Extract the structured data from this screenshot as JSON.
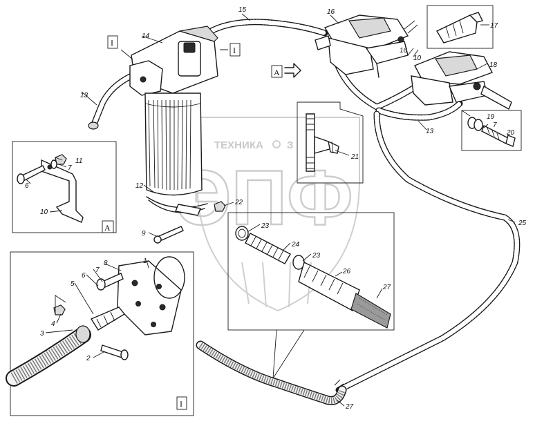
{
  "watermark": {
    "text": "ТЕХНИКА",
    "text2": "З",
    "big_text": "ЭПФ"
  },
  "view_marks": {
    "arrow_a": "A",
    "inset_a": "A",
    "section_left_top": "I",
    "section_right_top": "I",
    "inset_one": "I"
  },
  "part_labels": {
    "p1": "1",
    "p2": "2",
    "p3": "3",
    "p4": "4",
    "p5": "5",
    "p6": "6",
    "p6a": "6",
    "p7": "7",
    "p7a": "7",
    "p7b": "7",
    "p8": "8",
    "p9": "9",
    "p10": "10",
    "p10a": "10",
    "p11": "11",
    "p12": "12",
    "p13": "13",
    "p13a": "13",
    "p14": "14",
    "p15": "15",
    "p16": "16",
    "p16a": "16",
    "p17": "17",
    "p18": "18",
    "p19": "19",
    "p20": "20",
    "p21": "21",
    "p22": "22",
    "p23": "23",
    "p23a": "23",
    "p24": "24",
    "p25": "25",
    "p26": "26",
    "p27": "27",
    "p27a": "27"
  }
}
